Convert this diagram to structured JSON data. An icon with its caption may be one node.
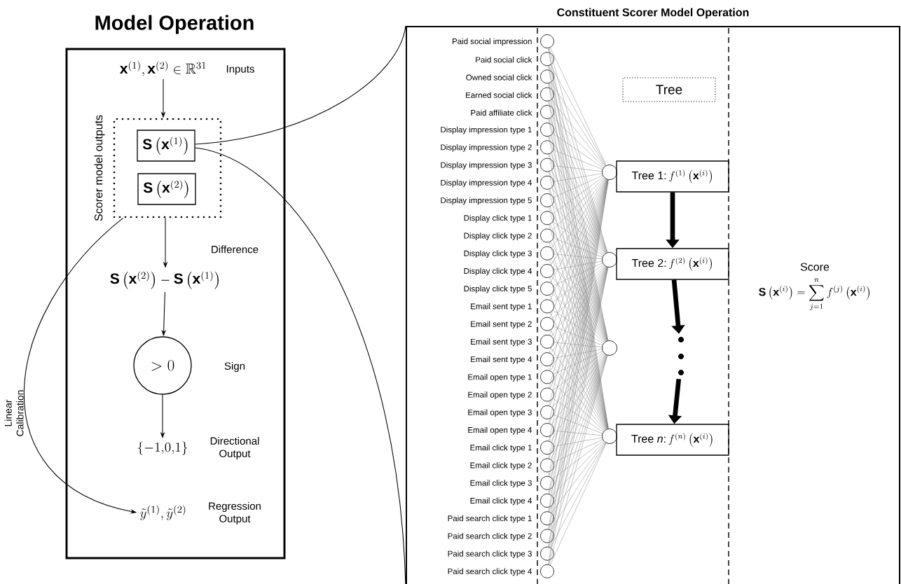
{
  "diagram": {
    "nodes": [
      {
        "text": [
          "Model Operation"
        ]
      },
      {
        "text": [
          "\\mathbf{x}^{(1)},\\mathbf{x}^{(2)}\\in\\mathbb{R}^{31}"
        ],
        "beside": [
          "Inputs"
        ],
        "in": 0
      },
      {
        "text": [
          "Scorer model outputs"
        ],
        "in": 0
      },
      {
        "text": [
          "\\mathbf{S}\\left(\\mathbf{x}^{(1)}\\right)"
        ],
        "in": 2
      },
      {
        "text": [
          "\\mathbf{S}\\left(\\mathbf{x}^{(2)}\\right)"
        ],
        "in": 2
      },
      {
        "text": [
          "\\mathbf{S}\\left(\\mathbf{x}^{(2)}\\right)-\\mathbf{S}\\left(\\mathbf{x}^{(1)}\\right)"
        ],
        "beside": [
          "Difference"
        ],
        "in": 0
      },
      {
        "text": [
          ">0"
        ],
        "beside": [
          "Sign"
        ],
        "in": 0
      },
      {
        "text": [
          "\\{-1{,}0{,}1\\}"
        ],
        "beside": [
          "Directional Output"
        ],
        "in": 0
      },
      {
        "text": [
          "\\tilde{y}^{(1)},\\tilde{y}^{(2)}"
        ],
        "beside": [
          "Regression Output"
        ],
        "in": 0
      },
      {
        "text": [
          "Constituent Scorer Model Operation"
        ]
      },
      {
        "text": [
          "Tree"
        ],
        "in": 9
      },
      {
        "text": [],
        "shape": "circle",
        "beside": [
          "Paid social impression"
        ],
        "in": 9
      },
      {
        "text": [],
        "shape": "circle",
        "beside": [
          "Paid social click"
        ],
        "in": 9
      },
      {
        "text": [],
        "shape": "circle",
        "beside": [
          "Owned social click"
        ],
        "in": 9
      },
      {
        "text": [],
        "shape": "circle",
        "beside": [
          "Earned social click"
        ],
        "in": 9
      },
      {
        "text": [],
        "shape": "circle",
        "beside": [
          "Paid affiliate click"
        ],
        "in": 9
      },
      {
        "text": [],
        "shape": "circle",
        "beside": [
          "Display impression type 1"
        ],
        "in": 9
      },
      {
        "text": [],
        "shape": "circle",
        "beside": [
          "Display impression type 2"
        ],
        "in": 9
      },
      {
        "text": [],
        "shape": "circle",
        "beside": [
          "Display impression type 3"
        ],
        "in": 9
      },
      {
        "text": [],
        "shape": "circle",
        "beside": [
          "Display impression type 4"
        ],
        "in": 9
      },
      {
        "text": [],
        "shape": "circle",
        "beside": [
          "Display impression type 5"
        ],
        "in": 9
      },
      {
        "text": [],
        "shape": "circle",
        "beside": [
          "Display click type 1"
        ],
        "in": 9
      },
      {
        "text": [],
        "shape": "circle",
        "beside": [
          "Display click type 2"
        ],
        "in": 9
      },
      {
        "text": [],
        "shape": "circle",
        "beside": [
          "Display click type 3"
        ],
        "in": 9
      },
      {
        "text": [],
        "shape": "circle",
        "beside": [
          "Display click type 4"
        ],
        "in": 9
      },
      {
        "text": [],
        "shape": "circle",
        "beside": [
          "Display click type 5"
        ],
        "in": 9
      },
      {
        "text": [],
        "shape": "circle",
        "beside": [
          "Email sent type 1"
        ],
        "in": 9
      },
      {
        "text": [],
        "shape": "circle",
        "beside": [
          "Email sent type 2"
        ],
        "in": 9
      },
      {
        "text": [],
        "shape": "circle",
        "beside": [
          "Email sent type 3"
        ],
        "in": 9
      },
      {
        "text": [],
        "shape": "circle",
        "beside": [
          "Email sent type 4"
        ],
        "in": 9
      },
      {
        "text": [],
        "shape": "circle",
        "beside": [
          "Email open type 1"
        ],
        "in": 9
      },
      {
        "text": [],
        "shape": "circle",
        "beside": [
          "Email open type 2"
        ],
        "in": 9
      },
      {
        "text": [],
        "shape": "circle",
        "beside": [
          "Email open type 3"
        ],
        "in": 9
      },
      {
        "text": [],
        "shape": "circle",
        "beside": [
          "Email open type 4"
        ],
        "in": 9
      },
      {
        "text": [],
        "shape": "circle",
        "beside": [
          "Email click type 1"
        ],
        "in": 9
      },
      {
        "text": [],
        "shape": "circle",
        "beside": [
          "Email click type 2"
        ],
        "in": 9
      },
      {
        "text": [],
        "shape": "circle",
        "beside": [
          "Email click type 3"
        ],
        "in": 9
      },
      {
        "text": [],
        "shape": "circle",
        "beside": [
          "Email click type 4"
        ],
        "in": 9
      },
      {
        "text": [],
        "shape": "circle",
        "beside": [
          "Paid search click type 1"
        ],
        "in": 9
      },
      {
        "text": [],
        "shape": "circle",
        "beside": [
          "Paid search click type 2"
        ],
        "in": 9
      },
      {
        "text": [],
        "shape": "circle",
        "beside": [
          "Paid search click type 3"
        ],
        "in": 9
      },
      {
        "text": [],
        "shape": "circle",
        "beside": [
          "Paid search click type 4"
        ],
        "in": 9
      },
      {
        "text": [],
        "shape": "circle",
        "in": 9
      },
      {
        "text": [],
        "shape": "circle",
        "in": 9
      },
      {
        "text": [],
        "shape": "circle",
        "in": 9
      },
      {
        "text": [],
        "shape": "circle",
        "in": 9
      },
      {
        "text": [
          "Tree 1:",
          "f^{(1)}\\left(\\mathbf{x}^{(i)}\\right)"
        ],
        "in": 9
      },
      {
        "text": [
          "Tree 2:",
          "f^{(2)}\\left(\\mathbf{x}^{(i)}\\right)"
        ],
        "in": 9
      },
      {
        "text": [
          "Tree *n*:",
          "f^{(n)}\\left(\\mathbf{x}^{(i)}\\right)"
        ],
        "in": 9
      },
      {
        "text": [],
        "shape": "ellipsis",
        "in": 9
      },
      {
        "text": [
          "Score",
          "\\mathbf{S}\\left(\\mathbf{x}^{(i)}\\right)=\\sum_{j=1}^{n}f^{(j)}\\left(\\mathbf{x}^{(i)}\\right)"
        ],
        "in": 9
      }
    ],
    "edges": [
      {
        "from": 1,
        "to": 2,
        "arrow": "to",
        "color": "#000000"
      },
      {
        "from": 2,
        "to": 5,
        "arrow": "to",
        "color": "#000000"
      },
      {
        "from": 5,
        "to": 6,
        "arrow": "to",
        "color": "#000000"
      },
      {
        "from": 6,
        "to": 7,
        "arrow": "to",
        "color": "#000000"
      },
      {
        "from": 2,
        "to": 8,
        "arrow": "to",
        "label": "Linear Calibration",
        "color": "#000000"
      },
      {
        "from": 3,
        "to": 9,
        "arrow": "none",
        "color": "#000000"
      },
      {
        "from": 3,
        "to": 9,
        "arrow": "none",
        "color": "#000000"
      },
      {
        "from": 46,
        "to": 47,
        "arrow": "to",
        "style": "thick",
        "color": "#000000"
      },
      {
        "from": 47,
        "to": 49,
        "arrow": "to",
        "style": "thick",
        "color": "#000000"
      },
      {
        "from": 49,
        "to": 48,
        "arrow": "to",
        "style": "thick",
        "color": "#000000"
      },
      {
        "from": 11,
        "to": 42,
        "arrow": "none",
        "color": "#808080"
      },
      {
        "from": 11,
        "to": 43,
        "arrow": "none",
        "color": "#808080"
      },
      {
        "from": 11,
        "to": 44,
        "arrow": "none",
        "color": "#808080"
      },
      {
        "from": 11,
        "to": 45,
        "arrow": "none",
        "color": "#808080"
      },
      {
        "from": 12,
        "to": 42,
        "arrow": "none",
        "color": "#808080"
      },
      {
        "from": 12,
        "to": 43,
        "arrow": "none",
        "color": "#808080"
      },
      {
        "from": 12,
        "to": 44,
        "arrow": "none",
        "color": "#808080"
      },
      {
        "from": 12,
        "to": 45,
        "arrow": "none",
        "color": "#808080"
      },
      {
        "from": 13,
        "to": 42,
        "arrow": "none",
        "color": "#808080"
      },
      {
        "from": 13,
        "to": 43,
        "arrow": "none",
        "color": "#808080"
      },
      {
        "from": 13,
        "to": 44,
        "arrow": "none",
        "color": "#808080"
      },
      {
        "from": 13,
        "to": 45,
        "arrow": "none",
        "color": "#808080"
      },
      {
        "from": 14,
        "to": 42,
        "arrow": "none",
        "color": "#808080"
      },
      {
        "from": 14,
        "to": 43,
        "arrow": "none",
        "color": "#808080"
      },
      {
        "from": 14,
        "to": 44,
        "arrow": "none",
        "color": "#808080"
      },
      {
        "from": 14,
        "to": 45,
        "arrow": "none",
        "color": "#808080"
      },
      {
        "from": 15,
        "to": 42,
        "arrow": "none",
        "color": "#808080"
      },
      {
        "from": 15,
        "to": 43,
        "arrow": "none",
        "color": "#808080"
      },
      {
        "from": 15,
        "to": 44,
        "arrow": "none",
        "color": "#808080"
      },
      {
        "from": 15,
        "to": 45,
        "arrow": "none",
        "color": "#808080"
      },
      {
        "from": 16,
        "to": 42,
        "arrow": "none",
        "color": "#808080"
      },
      {
        "from": 16,
        "to": 43,
        "arrow": "none",
        "color": "#808080"
      },
      {
        "from": 16,
        "to": 44,
        "arrow": "none",
        "color": "#808080"
      },
      {
        "from": 16,
        "to": 45,
        "arrow": "none",
        "color": "#808080"
      },
      {
        "from": 17,
        "to": 42,
        "arrow": "none",
        "color": "#808080"
      },
      {
        "from": 17,
        "to": 43,
        "arrow": "none",
        "color": "#808080"
      },
      {
        "from": 17,
        "to": 44,
        "arrow": "none",
        "color": "#808080"
      },
      {
        "from": 17,
        "to": 45,
        "arrow": "none",
        "color": "#808080"
      },
      {
        "from": 18,
        "to": 42,
        "arrow": "none",
        "color": "#808080"
      },
      {
        "from": 18,
        "to": 43,
        "arrow": "none",
        "color": "#808080"
      },
      {
        "from": 18,
        "to": 44,
        "arrow": "none",
        "color": "#808080"
      },
      {
        "from": 18,
        "to": 45,
        "arrow": "none",
        "color": "#808080"
      },
      {
        "from": 19,
        "to": 42,
        "arrow": "none",
        "color": "#808080"
      },
      {
        "from": 19,
        "to": 43,
        "arrow": "none",
        "color": "#808080"
      },
      {
        "from": 19,
        "to": 44,
        "arrow": "none",
        "color": "#808080"
      },
      {
        "from": 19,
        "to": 45,
        "arrow": "none",
        "color": "#808080"
      },
      {
        "from": 20,
        "to": 42,
        "arrow": "none",
        "color": "#808080"
      },
      {
        "from": 20,
        "to": 43,
        "arrow": "none",
        "color": "#808080"
      },
      {
        "from": 20,
        "to": 44,
        "arrow": "none",
        "color": "#808080"
      },
      {
        "from": 20,
        "to": 45,
        "arrow": "none",
        "color": "#808080"
      },
      {
        "from": 21,
        "to": 42,
        "arrow": "none",
        "color": "#808080"
      },
      {
        "from": 21,
        "to": 43,
        "arrow": "none",
        "color": "#808080"
      },
      {
        "from": 21,
        "to": 44,
        "arrow": "none",
        "color": "#808080"
      },
      {
        "from": 21,
        "to": 45,
        "arrow": "none",
        "color": "#808080"
      },
      {
        "from": 22,
        "to": 42,
        "arrow": "none",
        "color": "#808080"
      },
      {
        "from": 22,
        "to": 43,
        "arrow": "none",
        "color": "#808080"
      },
      {
        "from": 22,
        "to": 44,
        "arrow": "none",
        "color": "#808080"
      },
      {
        "from": 22,
        "to": 45,
        "arrow": "none",
        "color": "#808080"
      },
      {
        "from": 23,
        "to": 42,
        "arrow": "none",
        "color": "#808080"
      },
      {
        "from": 23,
        "to": 43,
        "arrow": "none",
        "color": "#808080"
      },
      {
        "from": 23,
        "to": 44,
        "arrow": "none",
        "color": "#808080"
      },
      {
        "from": 23,
        "to": 45,
        "arrow": "none",
        "color": "#808080"
      },
      {
        "from": 24,
        "to": 42,
        "arrow": "none",
        "color": "#808080"
      },
      {
        "from": 24,
        "to": 43,
        "arrow": "none",
        "color": "#808080"
      },
      {
        "from": 24,
        "to": 44,
        "arrow": "none",
        "color": "#808080"
      },
      {
        "from": 24,
        "to": 45,
        "arrow": "none",
        "color": "#808080"
      },
      {
        "from": 25,
        "to": 42,
        "arrow": "none",
        "color": "#808080"
      },
      {
        "from": 25,
        "to": 43,
        "arrow": "none",
        "color": "#808080"
      },
      {
        "from": 25,
        "to": 44,
        "arrow": "none",
        "color": "#808080"
      },
      {
        "from": 25,
        "to": 45,
        "arrow": "none",
        "color": "#808080"
      },
      {
        "from": 26,
        "to": 42,
        "arrow": "none",
        "color": "#808080"
      },
      {
        "from": 26,
        "to": 43,
        "arrow": "none",
        "color": "#808080"
      },
      {
        "from": 26,
        "to": 44,
        "arrow": "none",
        "color": "#808080"
      },
      {
        "from": 26,
        "to": 45,
        "arrow": "none",
        "color": "#808080"
      },
      {
        "from": 27,
        "to": 42,
        "arrow": "none",
        "color": "#808080"
      },
      {
        "from": 27,
        "to": 43,
        "arrow": "none",
        "color": "#808080"
      },
      {
        "from": 27,
        "to": 44,
        "arrow": "none",
        "color": "#808080"
      },
      {
        "from": 27,
        "to": 45,
        "arrow": "none",
        "color": "#808080"
      },
      {
        "from": 28,
        "to": 42,
        "arrow": "none",
        "color": "#808080"
      },
      {
        "from": 28,
        "to": 43,
        "arrow": "none",
        "color": "#808080"
      },
      {
        "from": 28,
        "to": 44,
        "arrow": "none",
        "color": "#808080"
      },
      {
        "from": 28,
        "to": 45,
        "arrow": "none",
        "color": "#808080"
      },
      {
        "from": 29,
        "to": 42,
        "arrow": "none",
        "color": "#808080"
      },
      {
        "from": 29,
        "to": 43,
        "arrow": "none",
        "color": "#808080"
      },
      {
        "from": 29,
        "to": 44,
        "arrow": "none",
        "color": "#808080"
      },
      {
        "from": 29,
        "to": 45,
        "arrow": "none",
        "color": "#808080"
      },
      {
        "from": 30,
        "to": 42,
        "arrow": "none",
        "color": "#808080"
      },
      {
        "from": 30,
        "to": 43,
        "arrow": "none",
        "color": "#808080"
      },
      {
        "from": 30,
        "to": 44,
        "arrow": "none",
        "color": "#808080"
      },
      {
        "from": 30,
        "to": 45,
        "arrow": "none",
        "color": "#808080"
      },
      {
        "from": 31,
        "to": 42,
        "arrow": "none",
        "color": "#808080"
      },
      {
        "from": 31,
        "to": 43,
        "arrow": "none",
        "color": "#808080"
      },
      {
        "from": 31,
        "to": 44,
        "arrow": "none",
        "color": "#808080"
      },
      {
        "from": 31,
        "to": 45,
        "arrow": "none",
        "color": "#808080"
      },
      {
        "from": 32,
        "to": 42,
        "arrow": "none",
        "color": "#808080"
      },
      {
        "from": 32,
        "to": 43,
        "arrow": "none",
        "color": "#808080"
      },
      {
        "from": 32,
        "to": 44,
        "arrow": "none",
        "color": "#808080"
      },
      {
        "from": 32,
        "to": 45,
        "arrow": "none",
        "color": "#808080"
      },
      {
        "from": 33,
        "to": 42,
        "arrow": "none",
        "color": "#808080"
      },
      {
        "from": 33,
        "to": 43,
        "arrow": "none",
        "color": "#808080"
      },
      {
        "from": 33,
        "to": 44,
        "arrow": "none",
        "color": "#808080"
      },
      {
        "from": 33,
        "to": 45,
        "arrow": "none",
        "color": "#808080"
      },
      {
        "from": 34,
        "to": 42,
        "arrow": "none",
        "color": "#808080"
      },
      {
        "from": 34,
        "to": 43,
        "arrow": "none",
        "color": "#808080"
      },
      {
        "from": 34,
        "to": 44,
        "arrow": "none",
        "color": "#808080"
      },
      {
        "from": 34,
        "to": 45,
        "arrow": "none",
        "color": "#808080"
      },
      {
        "from": 35,
        "to": 42,
        "arrow": "none",
        "color": "#808080"
      },
      {
        "from": 35,
        "to": 43,
        "arrow": "none",
        "color": "#808080"
      },
      {
        "from": 35,
        "to": 44,
        "arrow": "none",
        "color": "#808080"
      },
      {
        "from": 35,
        "to": 45,
        "arrow": "none",
        "color": "#808080"
      },
      {
        "from": 36,
        "to": 42,
        "arrow": "none",
        "color": "#808080"
      },
      {
        "from": 36,
        "to": 43,
        "arrow": "none",
        "color": "#808080"
      },
      {
        "from": 36,
        "to": 44,
        "arrow": "none",
        "color": "#808080"
      },
      {
        "from": 36,
        "to": 45,
        "arrow": "none",
        "color": "#808080"
      },
      {
        "from": 37,
        "to": 42,
        "arrow": "none",
        "color": "#808080"
      },
      {
        "from": 37,
        "to": 43,
        "arrow": "none",
        "color": "#808080"
      },
      {
        "from": 37,
        "to": 44,
        "arrow": "none",
        "color": "#808080"
      },
      {
        "from": 37,
        "to": 45,
        "arrow": "none",
        "color": "#808080"
      },
      {
        "from": 38,
        "to": 42,
        "arrow": "none",
        "color": "#808080"
      },
      {
        "from": 38,
        "to": 43,
        "arrow": "none",
        "color": "#808080"
      },
      {
        "from": 38,
        "to": 44,
        "arrow": "none",
        "color": "#808080"
      },
      {
        "from": 38,
        "to": 45,
        "arrow": "none",
        "color": "#808080"
      },
      {
        "from": 39,
        "to": 42,
        "arrow": "none",
        "color": "#808080"
      },
      {
        "from": 39,
        "to": 43,
        "arrow": "none",
        "color": "#808080"
      },
      {
        "from": 39,
        "to": 44,
        "arrow": "none",
        "color": "#808080"
      },
      {
        "from": 39,
        "to": 45,
        "arrow": "none",
        "color": "#808080"
      },
      {
        "from": 40,
        "to": 42,
        "arrow": "none",
        "color": "#808080"
      },
      {
        "from": 40,
        "to": 43,
        "arrow": "none",
        "color": "#808080"
      },
      {
        "from": 40,
        "to": 44,
        "arrow": "none",
        "color": "#808080"
      },
      {
        "from": 40,
        "to": 45,
        "arrow": "none",
        "color": "#808080"
      },
      {
        "from": 41,
        "to": 42,
        "arrow": "none",
        "color": "#808080"
      },
      {
        "from": 41,
        "to": 43,
        "arrow": "none",
        "color": "#808080"
      },
      {
        "from": 41,
        "to": 44,
        "arrow": "none",
        "color": "#808080"
      },
      {
        "from": 41,
        "to": 45,
        "arrow": "none",
        "color": "#808080"
      }
    ]
  }
}
